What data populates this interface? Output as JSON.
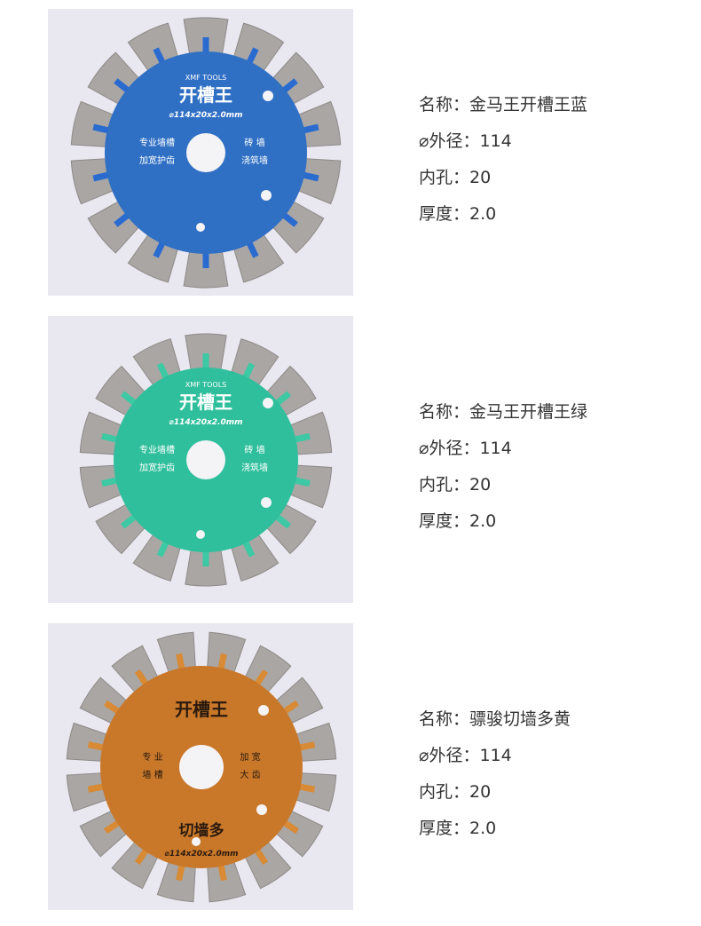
{
  "products": [
    {
      "name_label": "名称：金马王开槽王蓝",
      "diameter_label": "⌀外径：114",
      "bore_label": "内孔：20",
      "thickness_label": "厚度：2.0",
      "disc_color": "#2f6fc4",
      "slot_color": "#2a6bd0",
      "blade_text": {
        "brand": "XMF TOOLS",
        "title": "开槽王",
        "size": "⌀114x20x2.0mm",
        "left1": "专业墙槽",
        "left2": "加宽护齿",
        "right1": "砖 墙",
        "right2": "浇筑墙"
      }
    },
    {
      "name_label": "名称：金马王开槽王绿",
      "diameter_label": "⌀外径：114",
      "bore_label": "内孔：20",
      "thickness_label": "厚度：2.0",
      "disc_color": "#2fbf9c",
      "slot_color": "#3cc9a3",
      "blade_text": {
        "brand": "XMF TOOLS",
        "title": "开槽王",
        "size": "⌀114x20x2.0mm",
        "left1": "专业墙槽",
        "left2": "加宽护齿",
        "right1": "砖 墙",
        "right2": "浇筑墙"
      }
    },
    {
      "name_label": "名称：骠骏切墙多黄",
      "diameter_label": "⌀外径：114",
      "bore_label": "内孔：20",
      "thickness_label": "厚度：2.0",
      "disc_color": "#c9782a",
      "slot_color": "#d88a35",
      "blade_text": {
        "brand": "",
        "title": "开槽王",
        "size": "⌀114x20x2.0mm",
        "left1": "专 业",
        "left2": "墙 槽",
        "right1": "加 宽",
        "right2": "大 齿",
        "slogan": "切墙多"
      }
    }
  ]
}
